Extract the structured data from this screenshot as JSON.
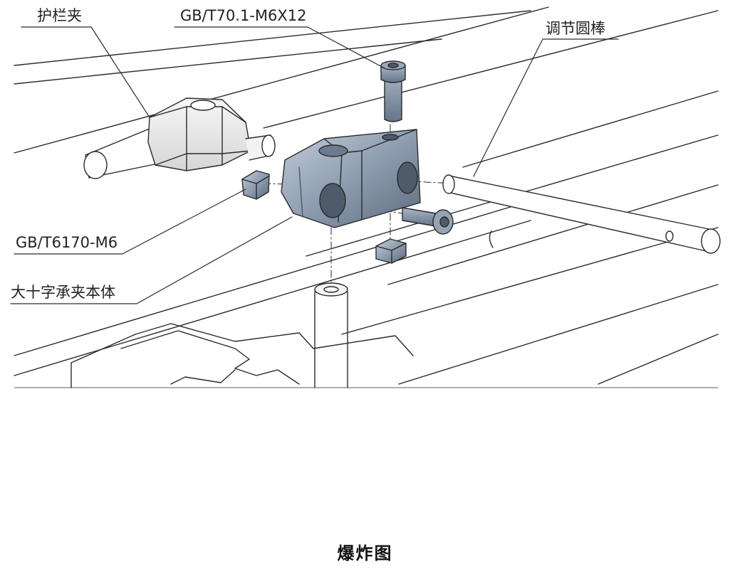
{
  "labels": {
    "guardrail_clamp": "护栏夹",
    "socket_screw": "GB/T70.1-M6X12",
    "adjust_rod": "调节圆棒",
    "hex_nut": "GB/T6170-M6",
    "cross_clamp_body": "大十字承夹本体"
  },
  "caption": "爆炸图",
  "colors": {
    "line": "#2a2a2a",
    "part_light": "#e9e9e9",
    "part_blue": "#8b9aac",
    "part_blue_dark": "#5f6e80",
    "part_blue_light": "#b9c5d2"
  }
}
